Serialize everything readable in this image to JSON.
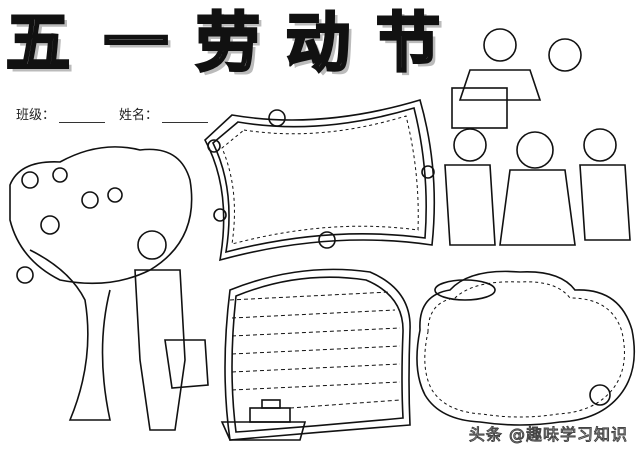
{
  "title": {
    "text": "五一劳动节",
    "chars": [
      "五",
      "一",
      "劳",
      "动",
      "节"
    ]
  },
  "fields": [
    {
      "label": "班级：",
      "value": ""
    },
    {
      "label": "姓名：",
      "value": ""
    }
  ],
  "illustrations": {
    "left": "girl-picking-apples-under-tree",
    "top_right": "group-of-workers",
    "frames": [
      "candy-bow-frame",
      "lined-wave-frame-with-ship",
      "cloud-frame-with-flower"
    ]
  },
  "watermark": "头条 @趣味学习知识",
  "colors": {
    "line": "#111111",
    "background": "#ffffff"
  }
}
